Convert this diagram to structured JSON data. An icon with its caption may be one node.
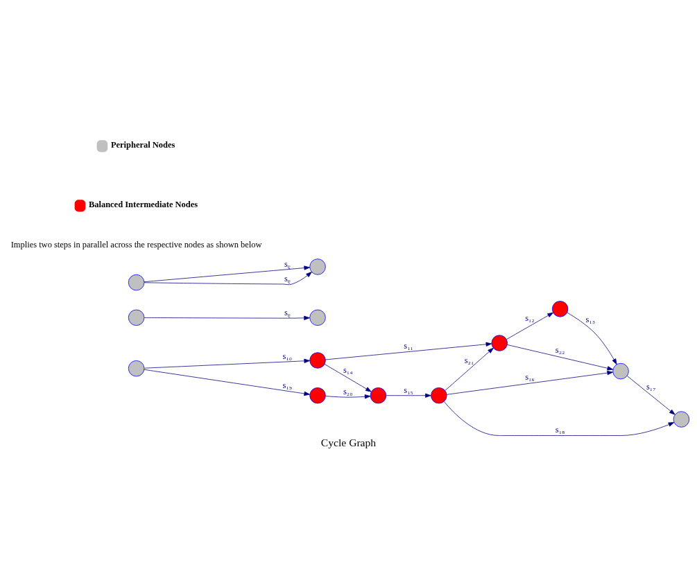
{
  "diagram": {
    "caption": "Cycle Graph",
    "nodes": [
      {
        "text": [],
        "shape": "circle"
      },
      {
        "text": [],
        "shape": "circle"
      },
      {
        "text": [],
        "shape": "circle"
      },
      {
        "text": [],
        "shape": "circle"
      },
      {
        "text": [],
        "shape": "circle"
      },
      {
        "text": [],
        "shape": "circle"
      },
      {
        "text": [],
        "shape": "circle"
      },
      {
        "text": [],
        "shape": "circle"
      },
      {
        "text": [],
        "shape": "circle"
      },
      {
        "text": [],
        "shape": "circle"
      },
      {
        "text": [],
        "shape": "circle"
      },
      {
        "text": [],
        "shape": "circle"
      },
      {
        "text": [],
        "shape": "circle"
      }
    ],
    "edges": [
      {
        "from": 4,
        "to": 2,
        "arrow": "to",
        "label": "s₁₀"
      },
      {
        "from": 2,
        "to": 0,
        "arrow": "to",
        "label": "s₁₁"
      },
      {
        "from": 0,
        "to": 1,
        "arrow": "to",
        "label": "s₁₂"
      },
      {
        "from": 1,
        "to": 3,
        "arrow": "to",
        "label": "s₁₃"
      },
      {
        "from": 2,
        "to": 5,
        "arrow": "to",
        "label": "s₁₄"
      },
      {
        "from": 5,
        "to": 6,
        "arrow": "to",
        "label": "s₁₅"
      },
      {
        "from": 6,
        "to": 3,
        "arrow": "to",
        "label": "s₁₆"
      },
      {
        "from": 3,
        "to": 7,
        "arrow": "to",
        "label": "s₁₇"
      },
      {
        "from": 6,
        "to": 7,
        "arrow": "to",
        "label": "s₁₈"
      },
      {
        "from": 4,
        "to": 8,
        "arrow": "to",
        "label": "s₁₉"
      },
      {
        "from": 8,
        "to": 5,
        "arrow": "to",
        "label": "s₂₀"
      },
      {
        "from": 6,
        "to": 0,
        "arrow": "to",
        "label": "s₂₁"
      },
      {
        "from": 0,
        "to": 3,
        "arrow": "to",
        "label": "s₂₂"
      },
      {
        "from": 9,
        "to": 10,
        "arrow": "to",
        "label": "sᵨ"
      },
      {
        "from": 11,
        "to": 12,
        "arrow": "to",
        "label": "sᵨ"
      },
      {
        "from": 11,
        "to": 12,
        "arrow": "to",
        "label": "sᵨ"
      }
    ],
    "labels": [
      "Implies two steps in parallel across the respective nodes as shown below"
    ],
    "legend": [
      {
        "text": "Peripheral Nodes",
        "color": "#c0c0c0"
      },
      {
        "text": "Balanced Intermediate Nodes",
        "color": "#ff0000"
      }
    ]
  }
}
